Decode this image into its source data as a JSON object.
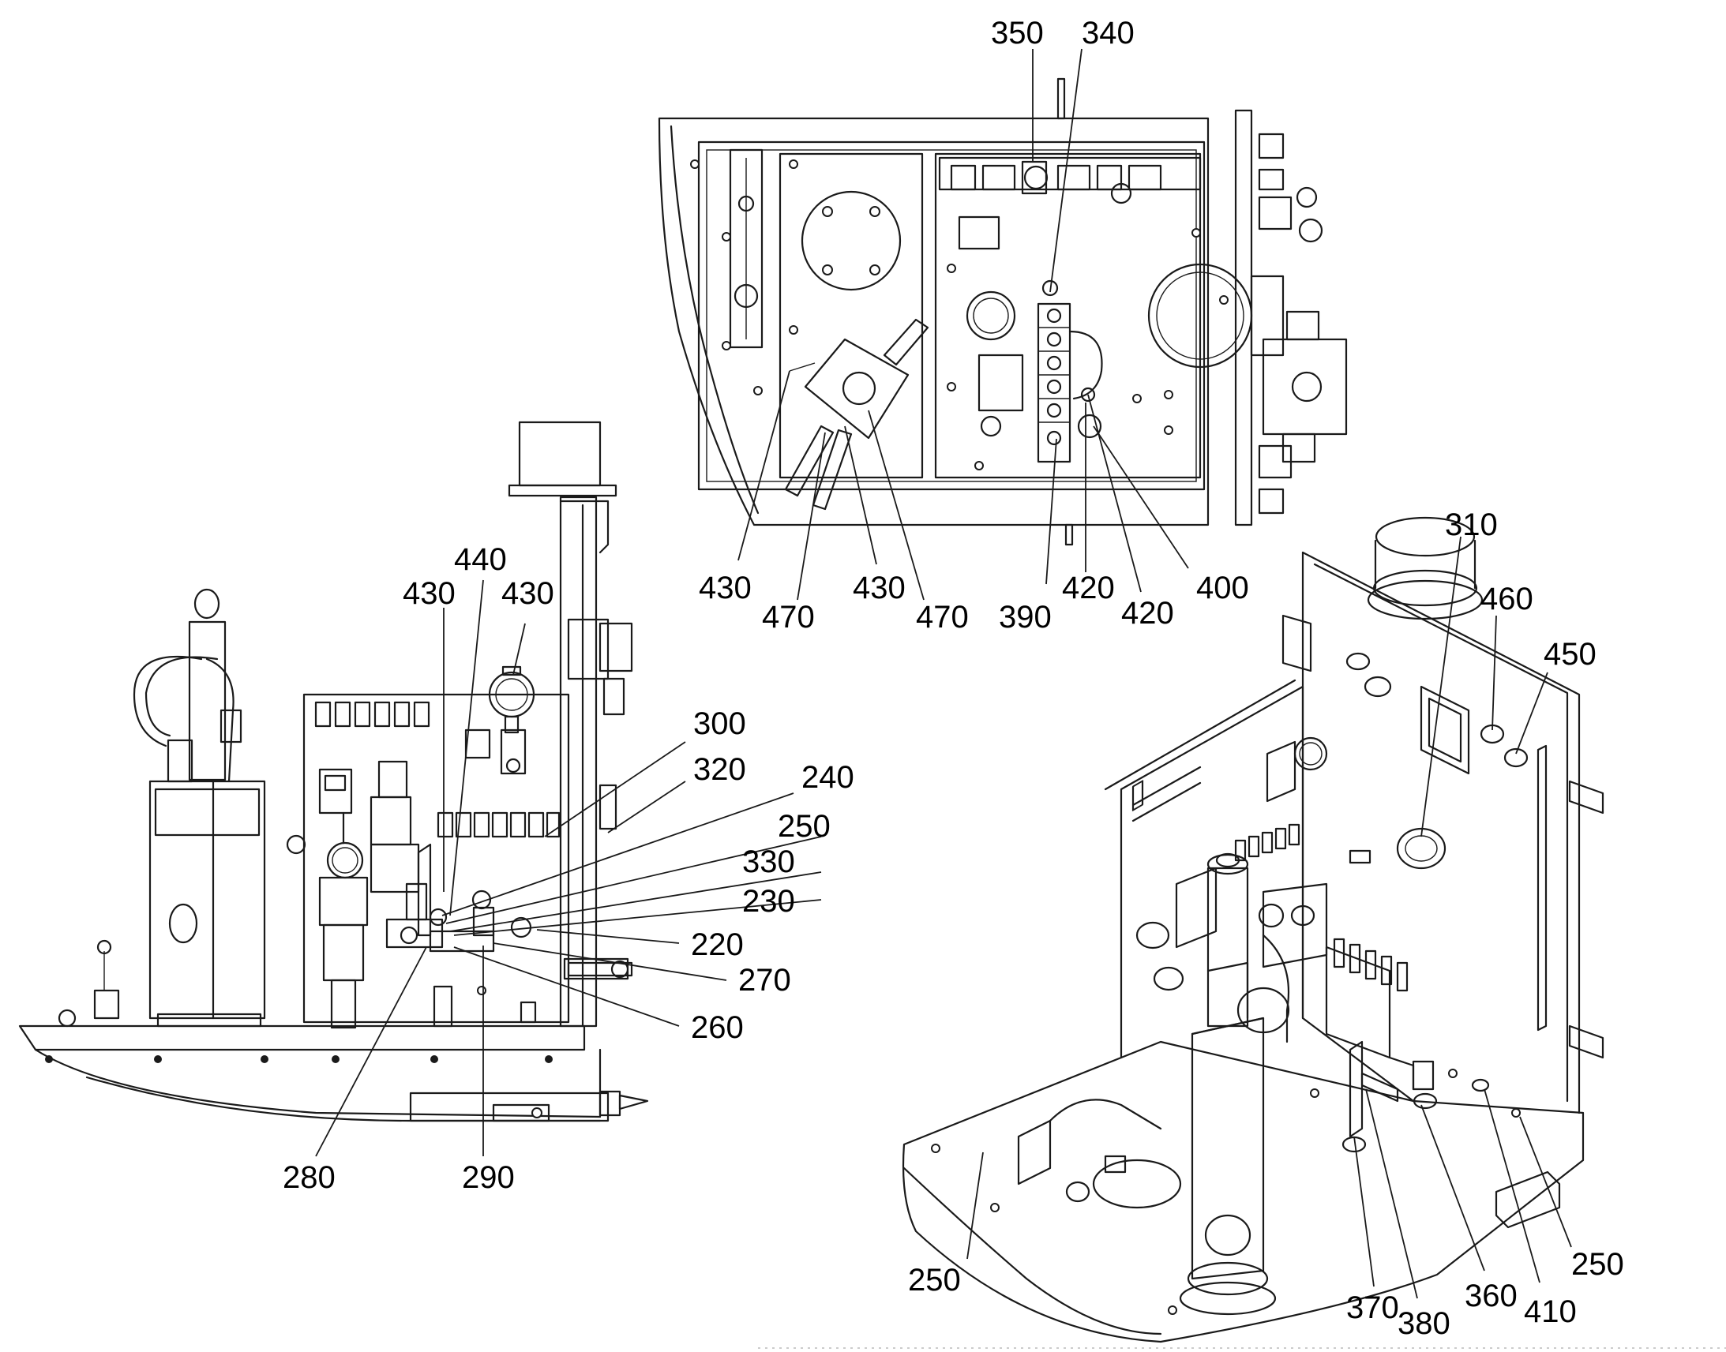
{
  "callouts": [
    {
      "id": "c350",
      "text": "350"
    },
    {
      "id": "c340",
      "text": "340"
    },
    {
      "id": "c430a",
      "text": "430"
    },
    {
      "id": "c470a",
      "text": "470"
    },
    {
      "id": "c430b",
      "text": "430"
    },
    {
      "id": "c470b",
      "text": "470"
    },
    {
      "id": "c390",
      "text": "390"
    },
    {
      "id": "c420a",
      "text": "420"
    },
    {
      "id": "c420b",
      "text": "420"
    },
    {
      "id": "c400",
      "text": "400"
    },
    {
      "id": "c440",
      "text": "440"
    },
    {
      "id": "c430c",
      "text": "430"
    },
    {
      "id": "c430d",
      "text": "430"
    },
    {
      "id": "c300",
      "text": "300"
    },
    {
      "id": "c320",
      "text": "320"
    },
    {
      "id": "c240",
      "text": "240"
    },
    {
      "id": "c250a",
      "text": "250"
    },
    {
      "id": "c330",
      "text": "330"
    },
    {
      "id": "c230",
      "text": "230"
    },
    {
      "id": "c220",
      "text": "220"
    },
    {
      "id": "c270",
      "text": "270"
    },
    {
      "id": "c260",
      "text": "260"
    },
    {
      "id": "c280",
      "text": "280"
    },
    {
      "id": "c290",
      "text": "290"
    },
    {
      "id": "c310",
      "text": "310"
    },
    {
      "id": "c460",
      "text": "460"
    },
    {
      "id": "c450",
      "text": "450"
    },
    {
      "id": "c250b",
      "text": "250"
    },
    {
      "id": "c370",
      "text": "370"
    },
    {
      "id": "c380",
      "text": "380"
    },
    {
      "id": "c360",
      "text": "360"
    },
    {
      "id": "c410",
      "text": "410"
    },
    {
      "id": "c250c",
      "text": "250"
    }
  ]
}
